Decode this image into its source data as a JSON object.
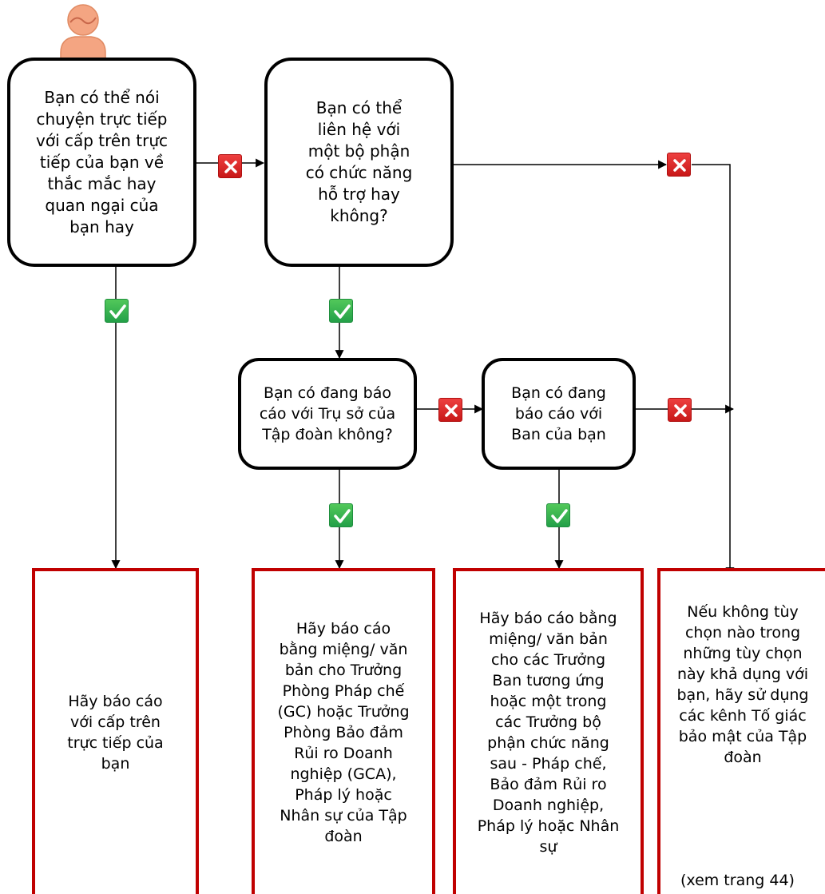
{
  "nodes": {
    "q1": "Bạn có thể nói chuyện trực tiếp với cấp trên trực tiếp của bạn về thắc mắc hay quan ngại của bạn hay",
    "q2": "Bạn có thể liên hệ với một bộ phận có chức năng hỗ trợ hay không?",
    "q3": "Bạn có đang báo cáo với Trụ sở của Tập đoàn không?",
    "q4": "Bạn có đang báo cáo với Ban của bạn",
    "r1": "Hãy báo cáo với cấp trên trực tiếp của bạn",
    "r2": "Hãy báo cáo bằng miệng/ văn bản cho Trưởng Phòng Pháp chế (GC) hoặc Trưởng Phòng Bảo đảm Rủi ro Doanh nghiệp (GCA), Pháp lý hoặc Nhân sự của Tập đoàn",
    "r3": "Hãy báo cáo bằng miệng/ văn bản cho các Trưởng Ban tương ứng hoặc một trong các Trưởng bộ phận chức năng sau - Pháp chế, Bảo đảm Rủi ro Doanh nghiệp, Pháp lý hoặc Nhân sự",
    "r4": "Nếu không tùy chọn nào trong những tùy chọn này khả dụng với bạn, hãy sử dụng các kênh Tố giác bảo mật của Tập đoàn",
    "r4_note": "(xem trang 44)"
  },
  "icons": {
    "start": "person-icon",
    "no": "x-mark-icon",
    "yes": "check-mark-icon"
  },
  "colors": {
    "person": "#f4a582",
    "no": "#dc2a2a",
    "yes": "#2fb34e",
    "result_border": "#c00000"
  }
}
